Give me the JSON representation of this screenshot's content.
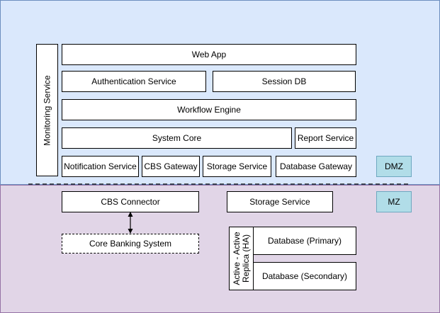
{
  "zones": {
    "dmz_label": "DMZ",
    "mz_label": "MZ",
    "colors": {
      "dmz_fill": "#dae8fc",
      "mz_fill": "#e1d5e7",
      "tag_fill": "#b1dde8"
    }
  },
  "dmz": {
    "monitoring_service": "Monitoring Service",
    "web_app": "Web App",
    "authentication_service": "Authentication Service",
    "session_db": "Session DB",
    "workflow_engine": "Workflow Engine",
    "system_core": "System Core",
    "report_service": "Report Service",
    "notification_service": "Notification Service",
    "cbs_gateway": "CBS Gateway",
    "storage_service": "Storage Service",
    "database_gateway": "Database Gateway"
  },
  "mz": {
    "cbs_connector": "CBS Connector",
    "core_banking_system": "Core Banking System",
    "storage_service": "Storage Service",
    "replica_label_line1": "Active - Active",
    "replica_label_line2": "Replica  (HA)",
    "database_primary": "Database (Primary)",
    "database_secondary": "Database (Secondary)"
  }
}
